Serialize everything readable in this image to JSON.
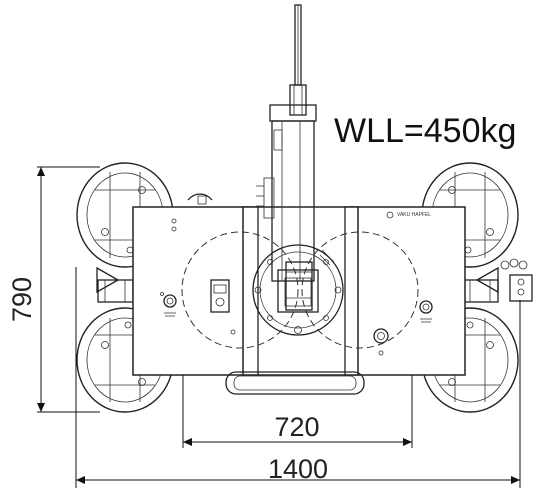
{
  "drawing": {
    "load_label": "WLL=450kg",
    "dimension_height": "790",
    "dimension_inner_width": "720",
    "dimension_total_width": "1400",
    "brand_text": "VAKU HAPFEL",
    "line_color": "#222222",
    "background_color": "#ffffff"
  }
}
